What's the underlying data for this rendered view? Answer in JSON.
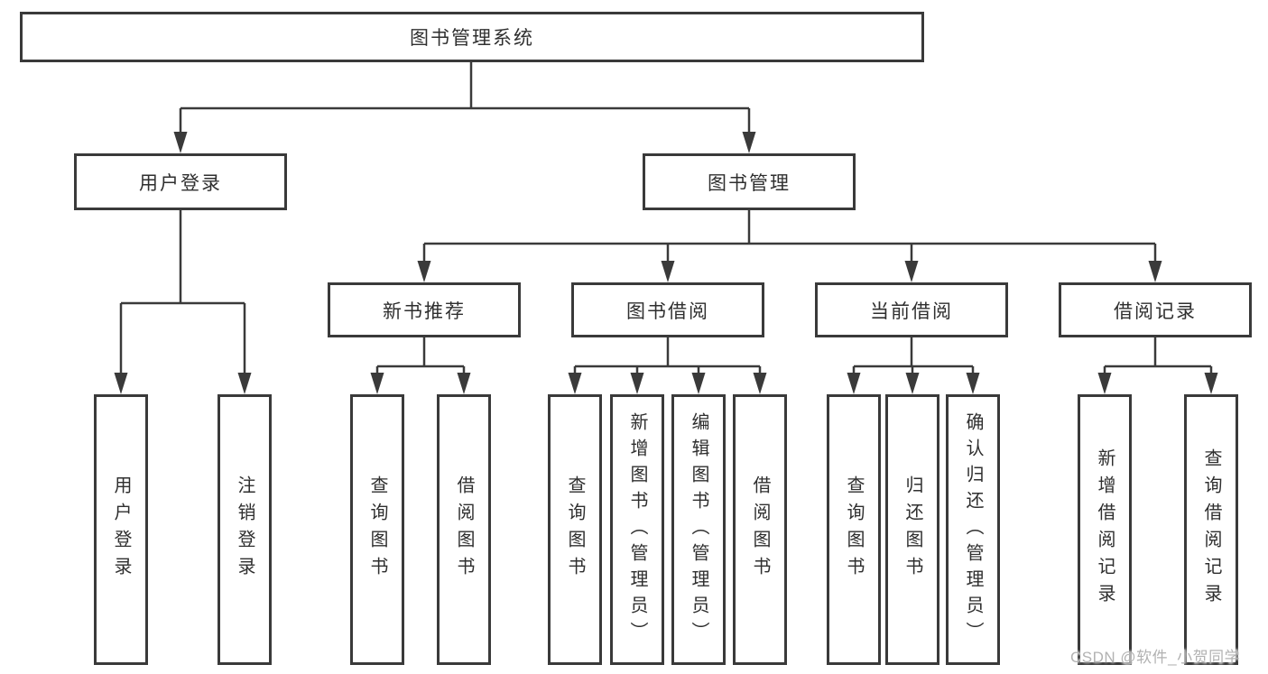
{
  "diagram": {
    "root": {
      "label": "图书管理系统"
    },
    "level2": {
      "user_login_group": {
        "label": "用户登录"
      },
      "book_management": {
        "label": "图书管理"
      }
    },
    "level3": {
      "new_book_recommend": {
        "label": "新书推荐"
      },
      "book_borrow": {
        "label": "图书借阅"
      },
      "current_borrow": {
        "label": "当前借阅"
      },
      "borrow_record": {
        "label": "借阅记录"
      }
    },
    "leaves": {
      "user_login": {
        "label": "用户登录"
      },
      "logout": {
        "label": "注销登录"
      },
      "nb_query_book": {
        "label": "查询图书"
      },
      "nb_borrow_book": {
        "label": "借阅图书"
      },
      "bb_query_book": {
        "label": "查询图书"
      },
      "bb_add_book": {
        "label": "新增图书（管理员）"
      },
      "bb_edit_book": {
        "label": "编辑图书（管理员）"
      },
      "bb_borrow_book": {
        "label": "借阅图书"
      },
      "cb_query_book": {
        "label": "查询图书"
      },
      "cb_return_book": {
        "label": "归还图书"
      },
      "cb_confirm_return": {
        "label": "确认归还（管理员）"
      },
      "br_add_record": {
        "label": "新增借阅记录"
      },
      "br_query_record": {
        "label": "查询借阅记录"
      }
    }
  },
  "watermark": {
    "text": "CSDN @软件_小贺同学"
  },
  "colors": {
    "line": "#3a3a3a",
    "box_border": "#3a3a3a",
    "text": "#2f2f2f",
    "background": "#ffffff",
    "watermark": "#b2b2b2"
  }
}
